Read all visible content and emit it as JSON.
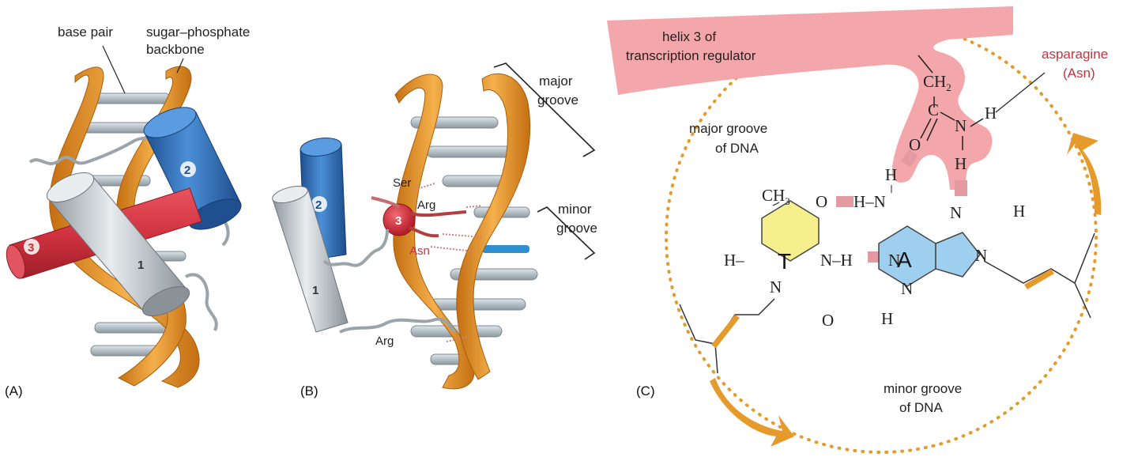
{
  "panels": {
    "a": {
      "letter": "(A)",
      "base_pair_label": "base pair",
      "backbone_label_1": "sugar–phosphate",
      "backbone_label_2": "backbone",
      "helix_numbers": [
        "1",
        "2",
        "3"
      ]
    },
    "b": {
      "letter": "(B)",
      "major_groove_1": "major",
      "major_groove_2": "groove",
      "minor_groove_1": "minor",
      "minor_groove_2": "groove",
      "residues": [
        "Ser",
        "Arg",
        "Asn",
        "Arg"
      ],
      "helix_numbers": [
        "1",
        "2",
        "3"
      ]
    },
    "c": {
      "letter": "(C)",
      "helix3_label_1": "helix 3 of",
      "helix3_label_2": "transcription regulator",
      "asparagine_1": "asparagine",
      "asparagine_2": "(Asn)",
      "major_groove_1": "major groove",
      "major_groove_2": "of DNA",
      "minor_groove_1": "minor groove",
      "minor_groove_2": "of DNA",
      "base_t": "T",
      "base_a": "A"
    }
  },
  "colors": {
    "dna_orange": "#e9962e",
    "base_grey": "#b9c3ca",
    "helix_blue": "#3a78c0",
    "helix_red": "#d4343f",
    "helix_grey": "#c9ced3",
    "protein_pink": "#f2a5a8",
    "thymine_yellow": "#f6ef8e",
    "adenine_blue": "#9ecfee",
    "hbond_pink": "#e8a0a4"
  }
}
